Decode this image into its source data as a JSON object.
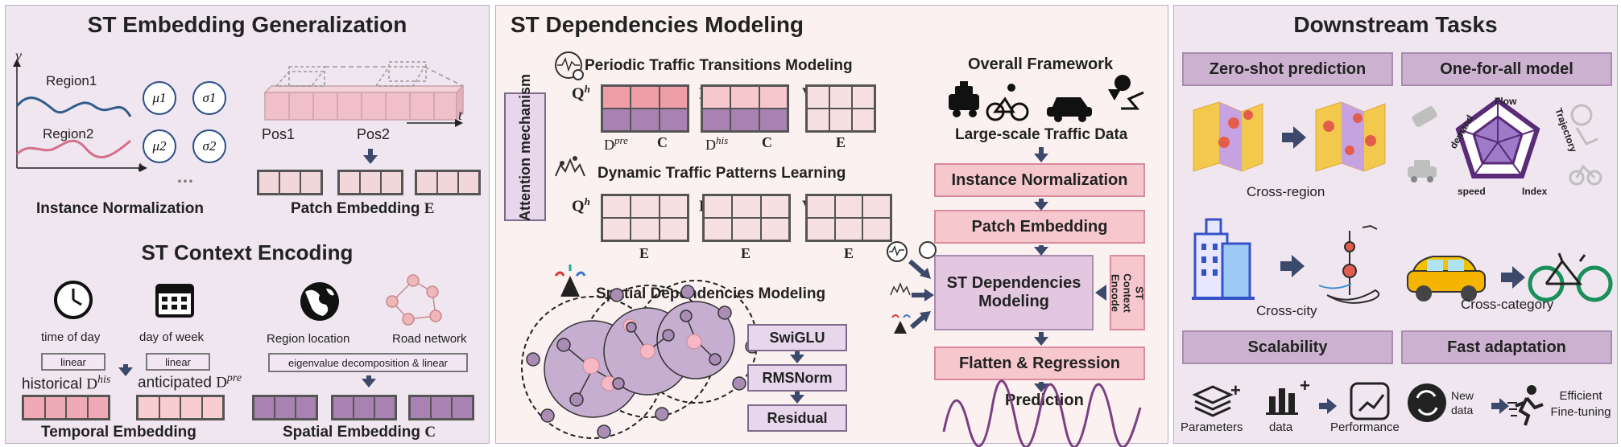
{
  "panel1": {
    "title": "ST Embedding Generalization",
    "axis_v": "v",
    "axis_t": "t",
    "region1": "Region1",
    "region2": "Region2",
    "mu1": "μ1",
    "sigma1": "σ1",
    "mu2": "μ2",
    "sigma2": "σ2",
    "ellipsis": "…",
    "instance_norm": "Instance Normalization",
    "pos1": "Pos1",
    "pos2": "Pos2",
    "patch_axis_t": "t",
    "patch_embedding": "Patch Embedding",
    "patch_embedding_sym": "E",
    "context_title": "ST Context Encoding",
    "time_of_day": "time of day",
    "day_of_week": "day of week",
    "linear1": "linear",
    "linear2": "linear",
    "historical": "historical",
    "historical_sym": "D",
    "historical_sup": "his",
    "anticipated": "anticipated",
    "anticipated_sym": "D",
    "anticipated_sup": "pre",
    "temporal_embedding": "Temporal Embedding",
    "region_location": "Region location",
    "road_network": "Road network",
    "eigen": "eigenvalue decomposition & linear",
    "spatial_embedding": "Spatial Embedding",
    "spatial_embedding_sym": "C"
  },
  "panel2": {
    "title": "ST Dependencies Modeling",
    "attention_mechanism": "Attention mechanism",
    "periodic_title": "Periodic Traffic Transitions Modeling",
    "dynamic_title": "Dynamic Traffic Patterns Learning",
    "spatial_title": "Spatial Dependencies Modeling",
    "Q": "Q",
    "K": "K",
    "V": "V",
    "h": "h",
    "dpre": "D",
    "dpre_sup": "pre",
    "dhis": "D",
    "dhis_sup": "his",
    "C": "C",
    "E": "E",
    "swiglu": "SwiGLU",
    "rmsnorm": "RMSNorm",
    "residual": "Residual",
    "overall": "Overall Framework",
    "large_scale": "Large-scale Traffic Data",
    "instance_norm": "Instance Normalization",
    "patch_embedding": "Patch Embedding",
    "st_dep": "ST Dependencies Modeling",
    "st_context": "ST Context Encode",
    "flatten": "Flatten & Regression",
    "prediction": "Prediction"
  },
  "panel3": {
    "title": "Downstream Tasks",
    "zero_shot": "Zero-shot prediction",
    "one_for_all": "One-for-all model",
    "cross_region": "Cross-region",
    "cross_city": "Cross-city",
    "cross_category": "Cross-category",
    "flow": "Flow",
    "trajectory": "Trajectory",
    "demand": "demand",
    "speed": "speed",
    "index": "Index",
    "scalability": "Scalability",
    "fast_adaptation": "Fast adaptation",
    "parameters": "Parameters",
    "data": "data",
    "performance": "Performance",
    "new_data": "New data",
    "efficient_finetuning": "Efficient Fine-tuning",
    "plus": "+"
  },
  "colors": {
    "pink": "#f6c8cd",
    "light_pink": "#efc4cc",
    "purple": "#ccb2d0",
    "dark_purple": "#a882b0",
    "blue_line": "#2f5d8a",
    "pink_line": "#d4708a",
    "arrow": "#3b4a6b"
  }
}
